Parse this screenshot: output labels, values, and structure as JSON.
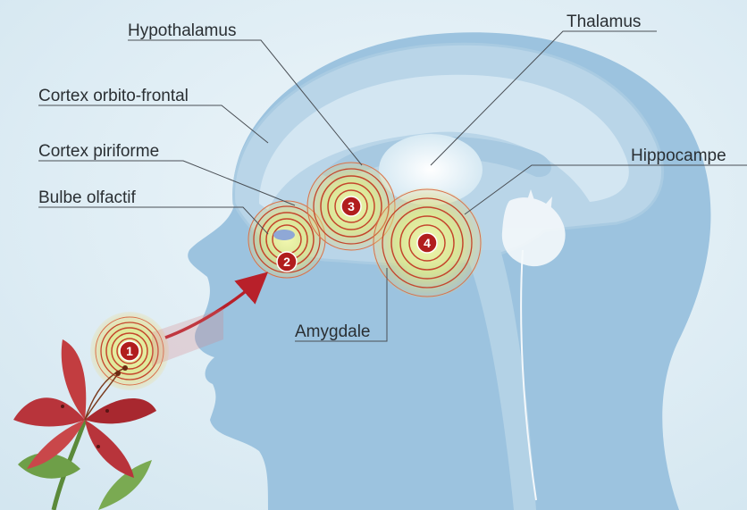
{
  "labels": {
    "hypothalamus": "Hypothalamus",
    "thalamus": "Thalamus",
    "cortex_orbito_frontal": "Cortex orbito-frontal",
    "cortex_piriforme": "Cortex piriforme",
    "bulbe_olfactif": "Bulbe olfactif",
    "hippocampe": "Hippocampe",
    "amygdale": "Amygdale"
  },
  "markers": [
    "1",
    "2",
    "3",
    "4"
  ],
  "colors": {
    "background": "#dfeef5",
    "head": "#9cc3df",
    "brain": "#bdd8ea",
    "ring": "#c4452c",
    "marker": "#b11d1d",
    "arrow": "#b8202a"
  }
}
